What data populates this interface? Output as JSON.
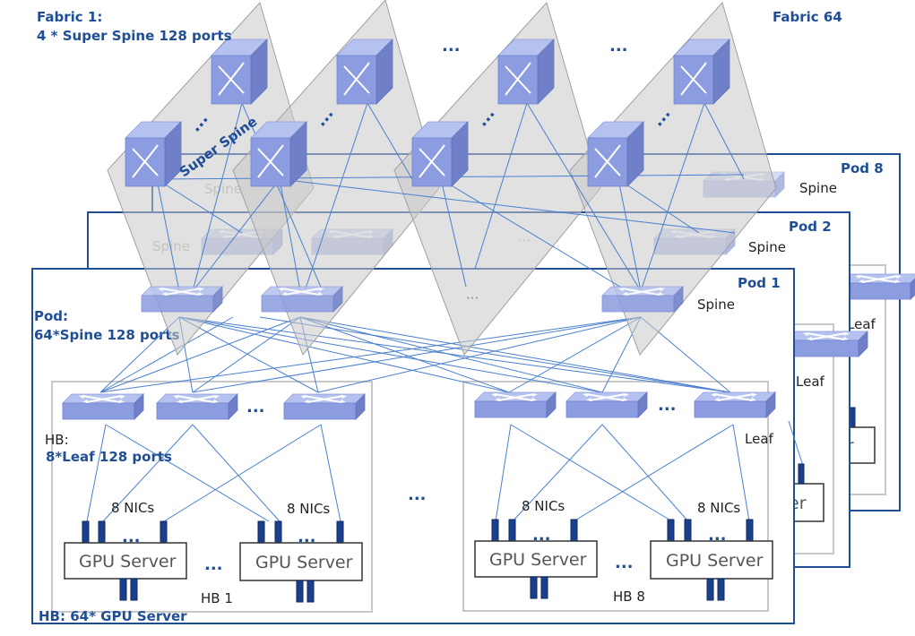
{
  "fabric1": {
    "title": "Fabric 1:",
    "subtitle": "4 * Super Spine 128 ports"
  },
  "fabric64": {
    "title": "Fabric 64"
  },
  "super_spine_label": "Super Spine",
  "pods": {
    "pod1": "Pod 1",
    "pod2": "Pod 2",
    "pod8": "Pod 8",
    "pod_desc_title": "Pod:",
    "pod_desc_sub": "64*Spine 128 ports"
  },
  "labels": {
    "spine": "Spine",
    "leaf": "Leaf",
    "hb_title": "HB:",
    "hb_sub": "8*Leaf 128 ports",
    "nics": "8 NICs",
    "hb1": "HB 1",
    "hb8": "HB 8",
    "hb_footer": "HB:  64* GPU Server",
    "gpu_server": "GPU Server",
    "ellipsis": "...",
    "ellipsis_centered": "···",
    "partial_server": "er"
  },
  "colors": {
    "accent": "#1f4e96",
    "switch_top": "#a9b8ec",
    "switch_side": "#7d8fd6",
    "nic": "#1a3f8c",
    "plane": "#c8c8c8"
  },
  "icons": [
    "network-switch-icon"
  ]
}
